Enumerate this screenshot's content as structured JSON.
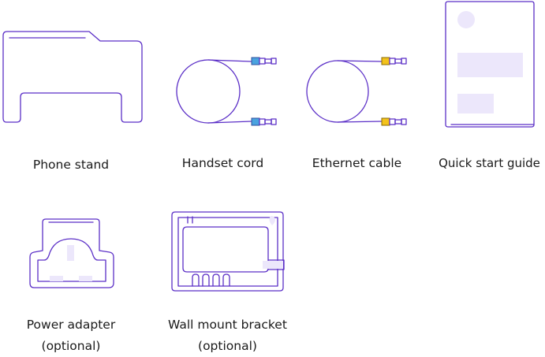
{
  "items": {
    "phone_stand": {
      "label": "Phone stand"
    },
    "handset_cord": {
      "label": "Handset cord"
    },
    "ethernet_cable": {
      "label": "Ethernet cable"
    },
    "quick_start_guide": {
      "label": "Quick start guide"
    },
    "power_adapter": {
      "label": "Power adapter",
      "note": "(optional)"
    },
    "wall_mount_bracket": {
      "label": "Wall mount bracket",
      "note": "(optional)"
    }
  },
  "colors": {
    "line": "#5b2fc7",
    "fill": "#ece7fb",
    "handset_connector": "#4aa3df",
    "ethernet_connector": "#f3c21b"
  }
}
